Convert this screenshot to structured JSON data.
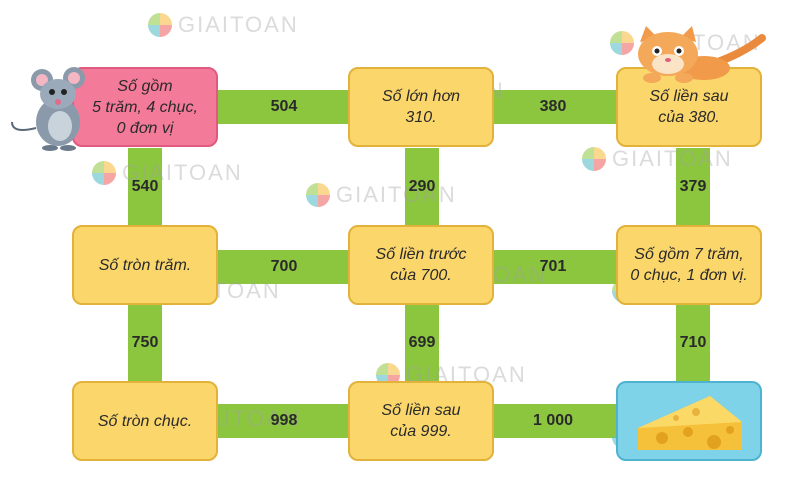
{
  "cards": {
    "c1": "Số gồm\n5 trăm, 4 chục,\n0 đơn vị",
    "c2": "Số lớn hơn\n310.",
    "c3": "Số liền sau\ncủa 380.",
    "c4": "Số tròn trăm.",
    "c5": "Số liền trước\ncủa 700.",
    "c6": "Số gồm 7 trăm,\n0 chục, 1 đơn vị.",
    "c7": "Số tròn chục.",
    "c8": "Số liền sau\ncủa 999."
  },
  "numbers": {
    "h504": "504",
    "h380": "380",
    "h700": "700",
    "h701": "701",
    "h998": "998",
    "h1000": "1 000",
    "v540": "540",
    "v290": "290",
    "v379": "379",
    "v750": "750",
    "v699": "699",
    "v710": "710"
  },
  "watermark": "GIAITOAN",
  "colors": {
    "path": "#8cc63f",
    "card": "#fad66b",
    "start_card": "#f47a9a",
    "goal_card": "#7fd3e8"
  },
  "icons": {
    "mouse": "mouse-icon",
    "cat": "cat-icon",
    "cheese": "cheese-icon"
  }
}
